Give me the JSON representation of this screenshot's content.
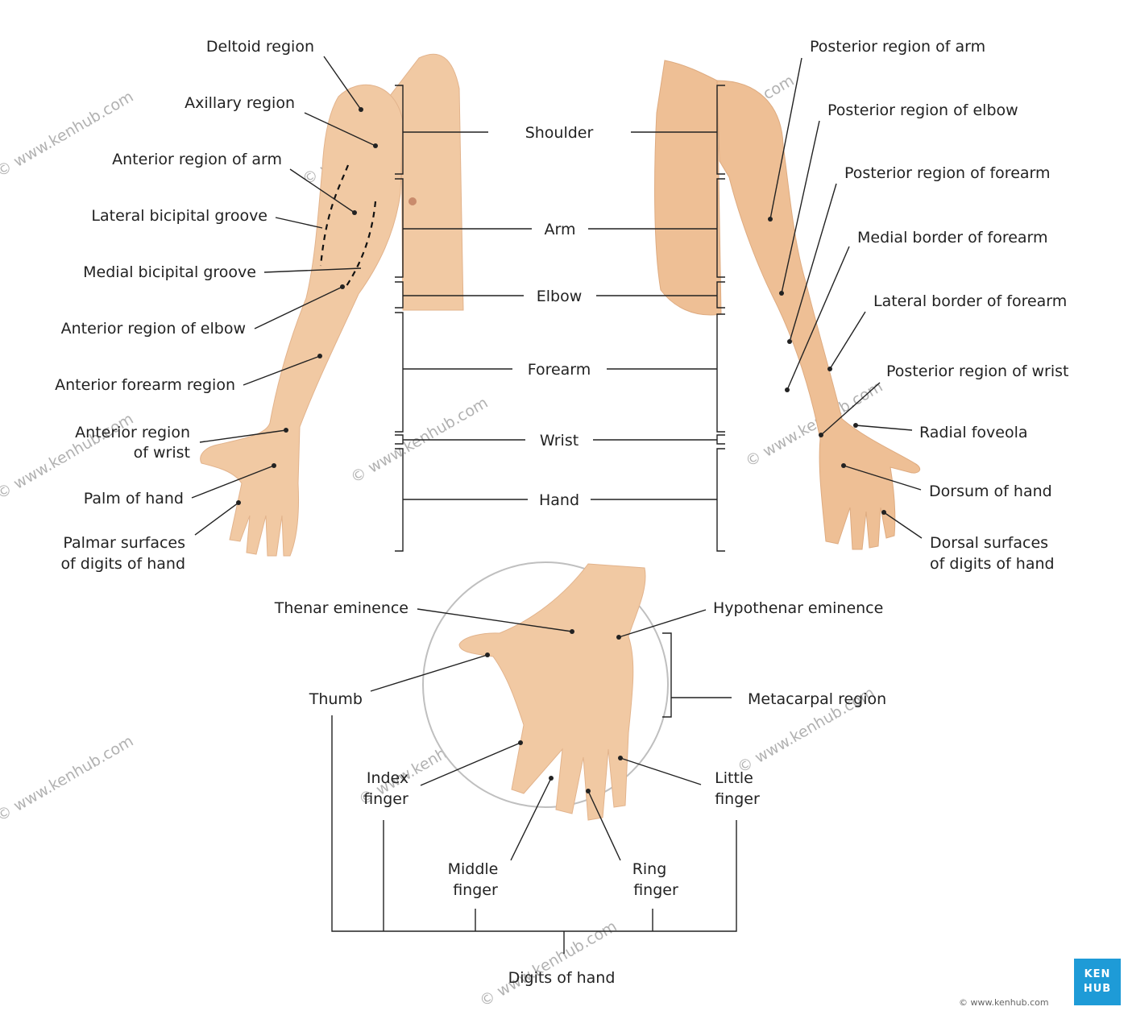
{
  "labels": {
    "deltoid_region": "Deltoid region",
    "axillary_region": "Axillary region",
    "anterior_region_of_arm": "Anterior region of arm",
    "lateral_bicipital_groove": "Lateral bicipital groove",
    "medial_bicipital_groove": "Medial bicipital groove",
    "anterior_region_of_elbow": "Anterior region of elbow",
    "anterior_forearm_region": "Anterior forearm region",
    "anterior_region_of_wrist_1": "Anterior region",
    "anterior_region_of_wrist_2": "of wrist",
    "palm_of_hand": "Palm of hand",
    "palmar_surfaces_1": "Palmar surfaces",
    "palmar_surfaces_2": "of digits of hand",
    "shoulder": "Shoulder",
    "arm": "Arm",
    "elbow": "Elbow",
    "forearm": "Forearm",
    "wrist": "Wrist",
    "hand": "Hand",
    "posterior_region_of_arm": "Posterior region of arm",
    "posterior_region_of_elbow": "Posterior region of elbow",
    "posterior_region_of_forearm": "Posterior region of forearm",
    "medial_border_of_forearm": "Medial border of forearm",
    "lateral_border_of_forearm": "Lateral border of forearm",
    "posterior_region_of_wrist": "Posterior region of wrist",
    "radial_foveola": "Radial foveola",
    "dorsum_of_hand": "Dorsum of hand",
    "dorsal_surfaces_1": "Dorsal surfaces",
    "dorsal_surfaces_2": "of digits of hand",
    "thenar_eminence": "Thenar eminence",
    "hypothenar_eminence": "Hypothenar eminence",
    "thumb": "Thumb",
    "metacarpal_region": "Metacarpal region",
    "index_finger_1": "Index",
    "index_finger_2": "finger",
    "little_finger_1": "Little",
    "little_finger_2": "finger",
    "middle_finger_1": "Middle",
    "middle_finger_2": "finger",
    "ring_finger_1": "Ring",
    "ring_finger_2": "finger",
    "digits_of_hand": "Digits of hand"
  },
  "watermark": "© www.kenhub.com",
  "logo": {
    "line1": "KEN",
    "line2": "HUB"
  },
  "copyright": "© www.kenhub.com",
  "colors": {
    "skin": "#f1c9a3",
    "logo": "#1e9bd7"
  }
}
